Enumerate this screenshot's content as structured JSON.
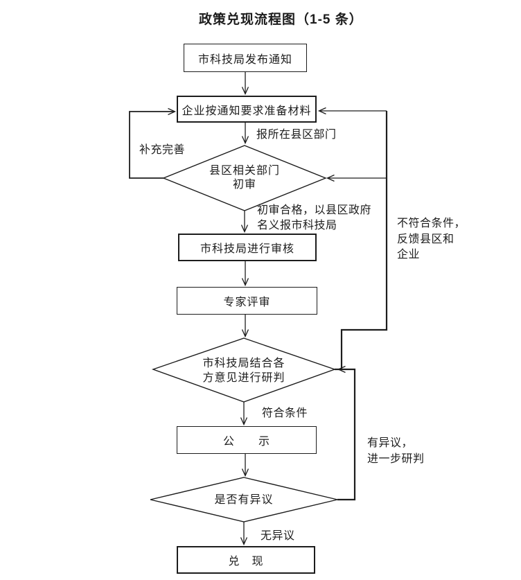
{
  "page": {
    "title": "政策兑现流程图（1-5 条）"
  },
  "nodes": {
    "notice": "市科技局发布通知",
    "prepare": "企业按通知要求准备材料",
    "initial_review_line1": "县区相关部门",
    "initial_review_line2": "初审",
    "city_review": "市科技局进行审核",
    "expert_review": "专家评审",
    "judgement_line1": "市科技局结合各",
    "judgement_line2": "方意见进行研判",
    "publicity": "公　　示",
    "objection_check": "是否有异议",
    "fulfillment": "兑　现"
  },
  "edge_labels": {
    "report_to_county": "报所在县区部门",
    "supplement": "补充完善",
    "pass_initial_line1": "初审合格，以县区政府",
    "pass_initial_line2": "名义报市科技局",
    "not_qualified_line1": "不符合条件，",
    "not_qualified_line2": "反馈县区和",
    "not_qualified_line3": "企业",
    "qualified": "符合条件",
    "objection_line1": "有异议，",
    "objection_line2": "进一步研判",
    "no_objection": "无异议"
  },
  "colors": {
    "line": "#1c1c1c",
    "text": "#1c1c1c",
    "background": "#ffffff"
  }
}
